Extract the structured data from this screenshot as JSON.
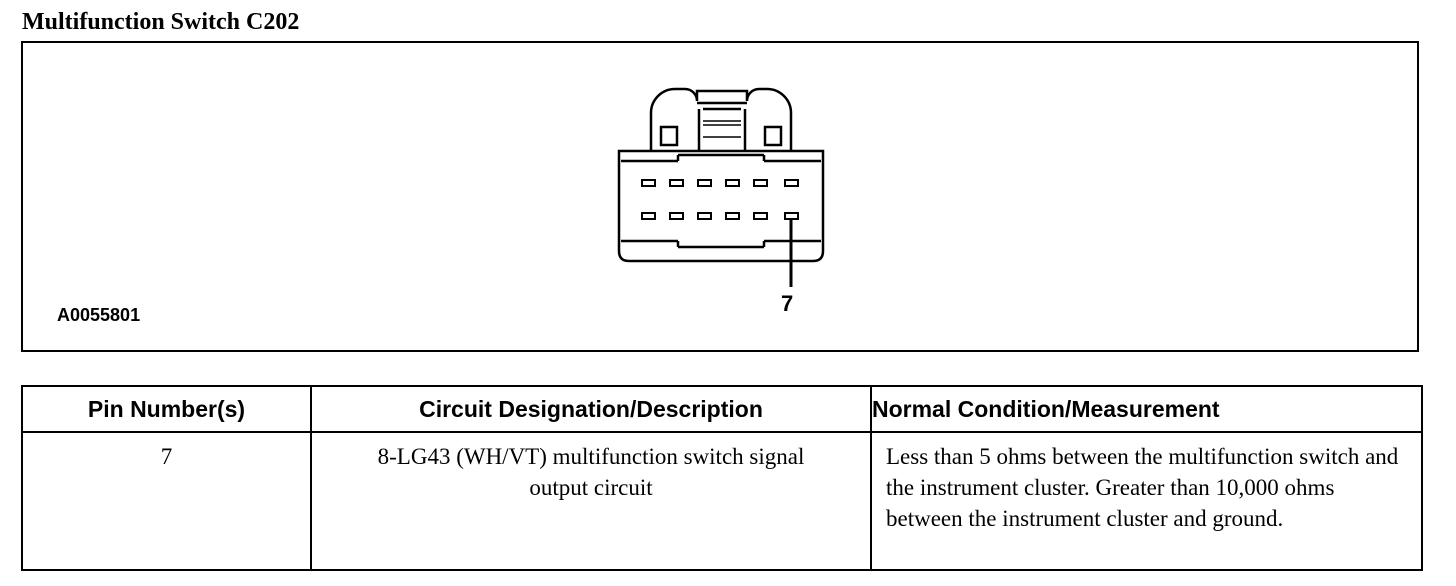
{
  "title": "Multifunction Switch C202",
  "diagram": {
    "figure_id": "A0055801",
    "pin_callout": "7"
  },
  "table": {
    "headers": [
      "Pin Number(s)",
      "Circuit Designation/Description",
      "Normal Condition/Measurement"
    ],
    "rows": [
      {
        "pin": "7",
        "description": "8-LG43 (WH/VT) multifunction switch signal output circuit",
        "condition": "Less than 5 ohms between the multifunction switch and the instrument cluster. Greater than 10,000 ohms between the instrument cluster and ground."
      }
    ]
  }
}
